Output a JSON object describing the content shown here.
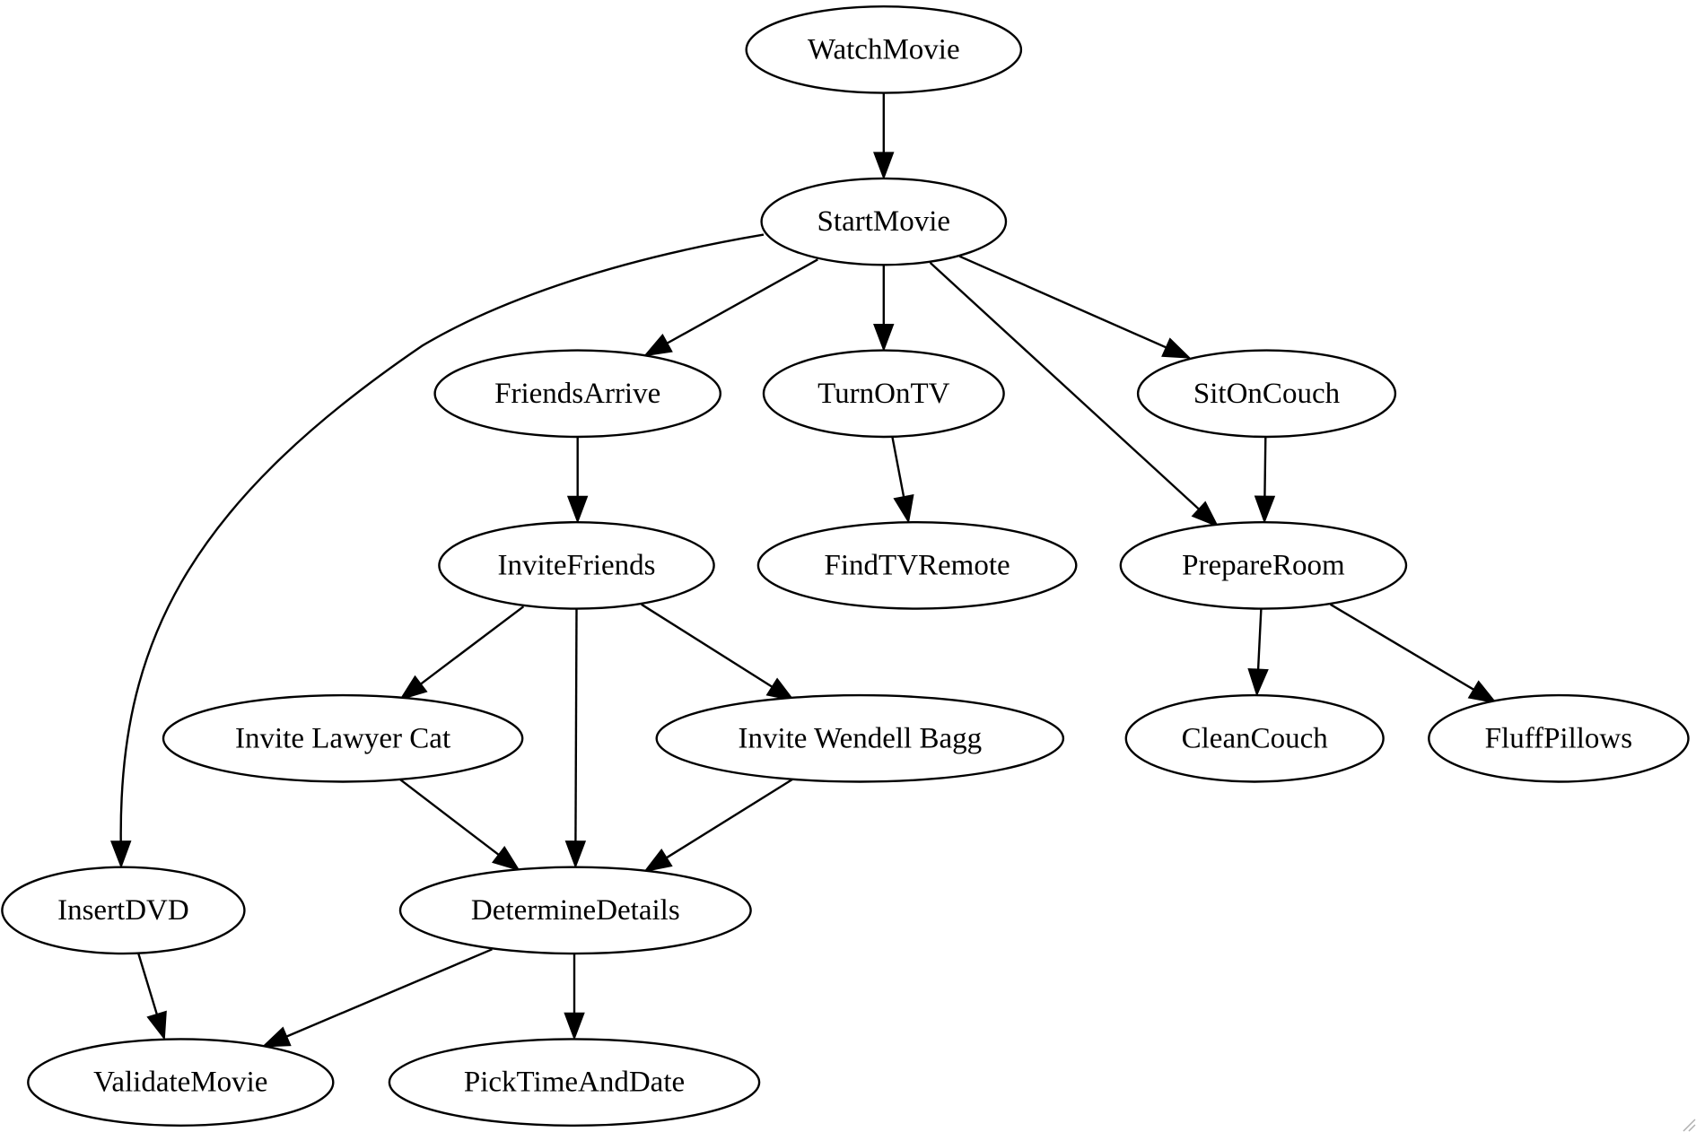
{
  "diagram": {
    "type": "directed-graph",
    "nodes": [
      {
        "id": "watch_movie",
        "label": "WatchMovie"
      },
      {
        "id": "start_movie",
        "label": "StartMovie"
      },
      {
        "id": "friends_arrive",
        "label": "FriendsArrive"
      },
      {
        "id": "turn_on_tv",
        "label": "TurnOnTV"
      },
      {
        "id": "sit_on_couch",
        "label": "SitOnCouch"
      },
      {
        "id": "invite_friends",
        "label": "InviteFriends"
      },
      {
        "id": "find_tv_remote",
        "label": "FindTVRemote"
      },
      {
        "id": "prepare_room",
        "label": "PrepareRoom"
      },
      {
        "id": "invite_lawyer_cat",
        "label": "Invite Lawyer Cat"
      },
      {
        "id": "invite_wendell_bagg",
        "label": "Invite Wendell Bagg"
      },
      {
        "id": "clean_couch",
        "label": "CleanCouch"
      },
      {
        "id": "fluff_pillows",
        "label": "FluffPillows"
      },
      {
        "id": "insert_dvd",
        "label": "InsertDVD"
      },
      {
        "id": "determine_details",
        "label": "DetermineDetails"
      },
      {
        "id": "validate_movie",
        "label": "ValidateMovie"
      },
      {
        "id": "pick_time_and_date",
        "label": "PickTimeAndDate"
      }
    ],
    "edges": [
      {
        "from": "watch_movie",
        "to": "start_movie"
      },
      {
        "from": "start_movie",
        "to": "insert_dvd"
      },
      {
        "from": "start_movie",
        "to": "friends_arrive"
      },
      {
        "from": "start_movie",
        "to": "turn_on_tv"
      },
      {
        "from": "start_movie",
        "to": "prepare_room"
      },
      {
        "from": "start_movie",
        "to": "sit_on_couch"
      },
      {
        "from": "friends_arrive",
        "to": "invite_friends"
      },
      {
        "from": "turn_on_tv",
        "to": "find_tv_remote"
      },
      {
        "from": "sit_on_couch",
        "to": "prepare_room"
      },
      {
        "from": "invite_friends",
        "to": "invite_lawyer_cat"
      },
      {
        "from": "invite_friends",
        "to": "determine_details"
      },
      {
        "from": "invite_friends",
        "to": "invite_wendell_bagg"
      },
      {
        "from": "prepare_room",
        "to": "clean_couch"
      },
      {
        "from": "prepare_room",
        "to": "fluff_pillows"
      },
      {
        "from": "invite_lawyer_cat",
        "to": "determine_details"
      },
      {
        "from": "invite_wendell_bagg",
        "to": "determine_details"
      },
      {
        "from": "insert_dvd",
        "to": "validate_movie"
      },
      {
        "from": "determine_details",
        "to": "validate_movie"
      },
      {
        "from": "determine_details",
        "to": "pick_time_and_date"
      }
    ]
  }
}
